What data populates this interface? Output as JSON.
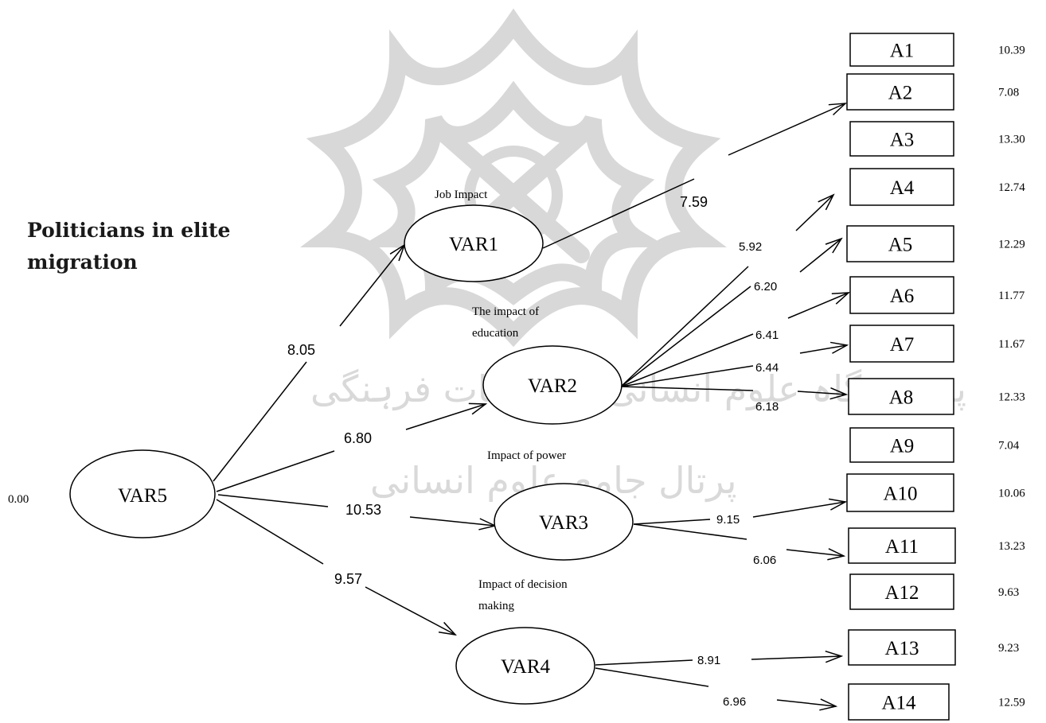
{
  "title": "Politicians in elite migration",
  "exogenous": {
    "label": "VAR5",
    "error": "0.00"
  },
  "latents": [
    {
      "label": "VAR1",
      "caption": "Job Impact",
      "path": "8.05"
    },
    {
      "label": "VAR2",
      "caption": "The impact of education",
      "path": "6.80"
    },
    {
      "label": "VAR3",
      "caption": "Impact of power",
      "path": "10.53"
    },
    {
      "label": "VAR4",
      "caption": "Impact of decision making",
      "path": "9.57"
    }
  ],
  "loadings": {
    "var1": [
      "7.59"
    ],
    "var2": [
      "5.92",
      "6.20",
      "6.41",
      "6.44",
      "6.18"
    ],
    "var3": [
      "9.15",
      "6.06"
    ],
    "var4": [
      "8.91",
      "6.96"
    ]
  },
  "indicators": [
    {
      "label": "A1",
      "error": "10.39"
    },
    {
      "label": "A2",
      "error": "7.08"
    },
    {
      "label": "A3",
      "error": "13.30"
    },
    {
      "label": "A4",
      "error": "12.74"
    },
    {
      "label": "A5",
      "error": "12.29"
    },
    {
      "label": "A6",
      "error": "11.77"
    },
    {
      "label": "A7",
      "error": "11.67"
    },
    {
      "label": "A8",
      "error": "12.33"
    },
    {
      "label": "A9",
      "error": "7.04"
    },
    {
      "label": "A10",
      "error": "10.06"
    },
    {
      "label": "A11",
      "error": "13.23"
    },
    {
      "label": "A12",
      "error": "9.63"
    },
    {
      "label": "A13",
      "error": "9.23"
    },
    {
      "label": "A14",
      "error": "12.59"
    }
  ],
  "colors": {
    "stroke": "#000000",
    "watermark": "#d8d8d8"
  }
}
